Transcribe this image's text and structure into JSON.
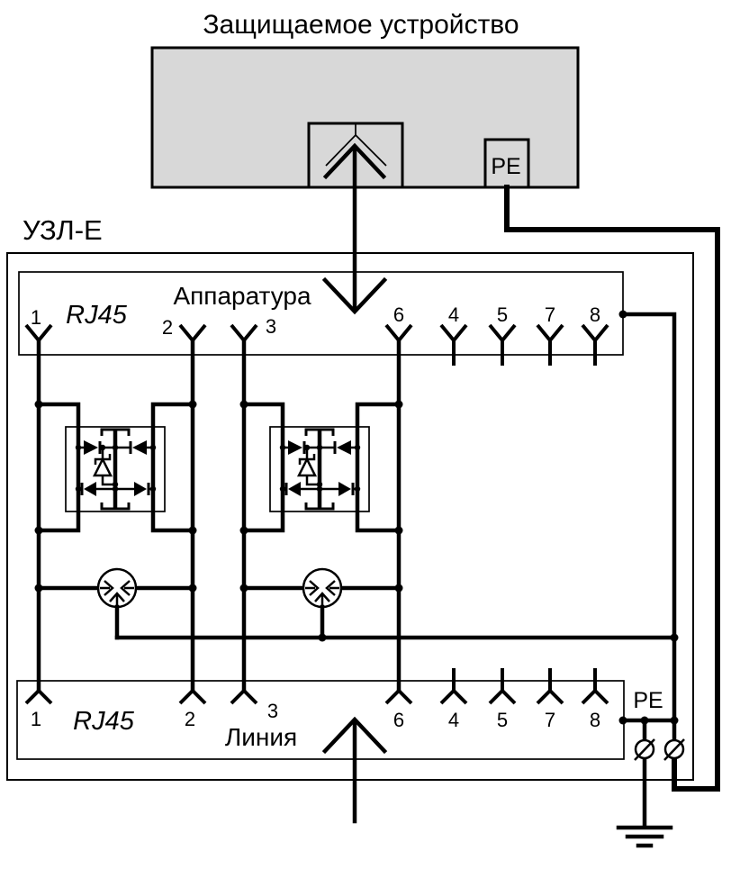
{
  "title": "Защищаемое устройство",
  "module_label": "УЗЛ-Е",
  "device": {
    "pe_label": "PE"
  },
  "top_connector": {
    "type_label": "RJ45",
    "name_label": "Аппаратура",
    "pins": [
      "1",
      "2",
      "3",
      "6",
      "4",
      "5",
      "7",
      "8"
    ]
  },
  "bottom_connector": {
    "type_label": "RJ45",
    "name_label": "Линия",
    "pe_label": "PE",
    "pins": [
      "1",
      "2",
      "3",
      "6",
      "4",
      "5",
      "7",
      "8"
    ]
  },
  "icons": {
    "connector_pin": "y-fork",
    "surge_arrester": "circle-with-three-inward-arrows",
    "protection_module": "diode-bridge-with-tvs-diode",
    "clamp_terminal": "circle-with-slash",
    "earth": "earth-ground-bars",
    "cable": "double-ended-arrow"
  },
  "colors": {
    "line": "#000000",
    "device_fill": "#d8d8d8",
    "background": "#ffffff"
  }
}
